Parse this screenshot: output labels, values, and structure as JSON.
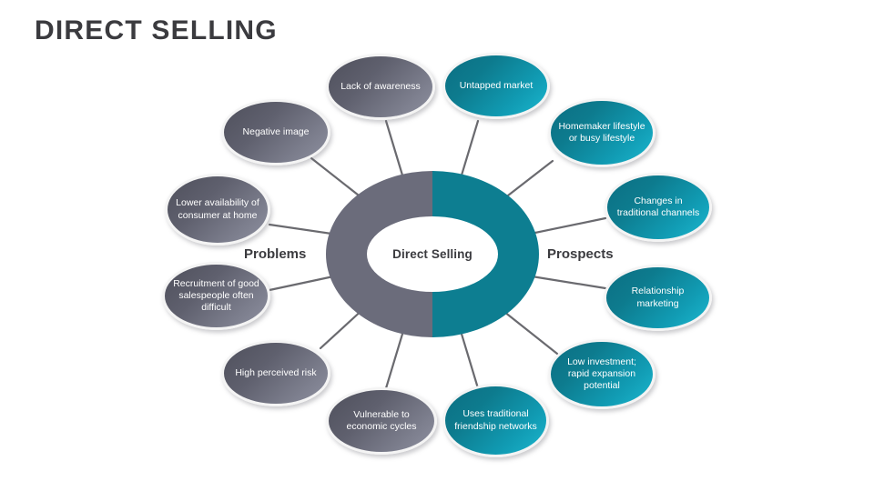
{
  "slide": {
    "title": "DIRECT SELLING",
    "background_color": "#ffffff",
    "title_color": "#3b3b3f"
  },
  "center": {
    "label": "Direct Selling",
    "left_half_color": "#6b6c7b",
    "right_half_color": "#0d7e91"
  },
  "headings": {
    "left": "Problems",
    "right": "Prospects"
  },
  "colors": {
    "gray_node": "#6b6c7b",
    "teal_node": "#0d7e91",
    "connector": "#6a6a6f",
    "node_text": "#ffffff"
  },
  "nodes": {
    "problems": [
      {
        "id": "lack-of-awareness",
        "text": "Lack of awareness",
        "color": "gray"
      },
      {
        "id": "negative-image",
        "text": "Negative image",
        "color": "gray"
      },
      {
        "id": "lower-availability",
        "text": "Lower availability of consumer at home",
        "color": "gray"
      },
      {
        "id": "recruitment-difficult",
        "text": "Recruitment of good salespeople often difficult",
        "color": "gray"
      },
      {
        "id": "high-perceived-risk",
        "text": "High perceived risk",
        "color": "gray"
      },
      {
        "id": "vulnerable-economic",
        "text": "Vulnerable to economic cycles",
        "color": "gray"
      }
    ],
    "prospects": [
      {
        "id": "untapped-market",
        "text": "Untapped market",
        "color": "teal"
      },
      {
        "id": "homemaker-lifestyle",
        "text": "Homemaker lifestyle or busy lifestyle",
        "color": "teal"
      },
      {
        "id": "changes-traditional",
        "text": "Changes in traditional channels",
        "color": "teal"
      },
      {
        "id": "relationship-marketing",
        "text": "Relationship marketing",
        "color": "teal"
      },
      {
        "id": "low-investment",
        "text": "Low investment; rapid expansion potential",
        "color": "teal"
      },
      {
        "id": "friendship-networks",
        "text": "Uses traditional friendship networks",
        "color": "teal"
      }
    ]
  }
}
